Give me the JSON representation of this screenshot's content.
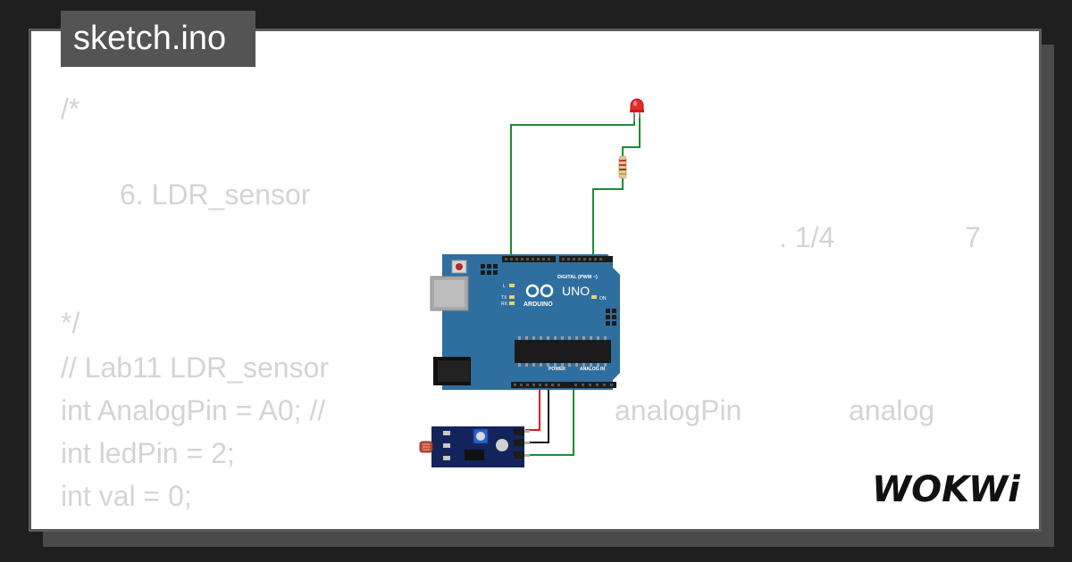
{
  "file_tab": {
    "label": "sketch.ino"
  },
  "code": {
    "line1": "/*",
    "line2": "6. LDR_sensor",
    "line3a": ". 1/4",
    "line3b": "7",
    "line4": "*/",
    "line5": "// Lab11 LDR_sensor",
    "line6a": "int AnalogPin = A0; //",
    "line6b": "analogPin",
    "line6c": "analog",
    "line7": "int ledPin = 2;",
    "line8": "int val = 0;"
  },
  "board": {
    "brand": "ARDUINO",
    "model": "UNO",
    "header_digital": "DIGITAL (PWM ~)",
    "header_analog": "ANALOG IN",
    "header_power": "POWER",
    "label_on": "ON",
    "label_l": "L",
    "label_tx": "TX",
    "label_rx": "RX"
  },
  "logo": {
    "text": "WOKWi"
  },
  "colors": {
    "background": "#1f1f1f",
    "card": "#ffffff",
    "tab": "#545454",
    "code_text": "#d4d4d4",
    "board": "#2f6fa0",
    "wire_green": "#1f8a2e",
    "wire_red": "#e01b1b",
    "led": "#e82a2a",
    "sensor": "#13245c"
  }
}
